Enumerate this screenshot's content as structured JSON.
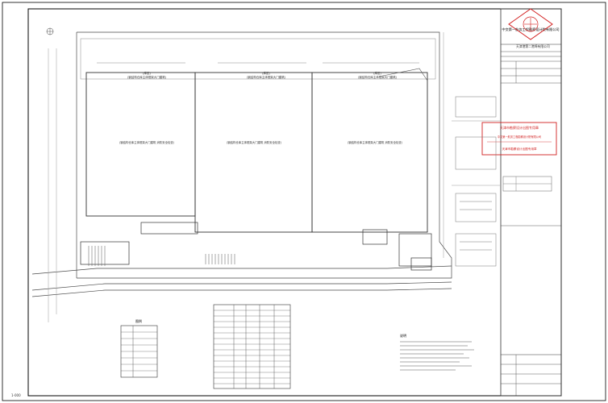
{
  "drawing": {
    "company": "中交第一航务工程勘察设计院有限公司",
    "client": "天津港第二港埠有限公司",
    "stamp_right": {
      "title": "天津市勘察设计出图专用章",
      "line_2": "中交第一航务工程勘察设计院有限公司",
      "line_3": "天津市勘察设计出图专用章"
    },
    "drawing_number": "1-000"
  },
  "plan": {
    "blocks": [
      {
        "id": "A",
        "line_1": "(库区)",
        "line_2": "(钢结构仓库主体框架大门建筑)",
        "caption": "(钢结构仓库主体框架大门建筑 消防安全检查)"
      },
      {
        "id": "B",
        "line_1": "(库区)",
        "line_2": "(钢结构仓库主体框架大门建筑)",
        "caption": "(钢结构仓库主体框架大门建筑 消防安全检查)"
      },
      {
        "id": "C",
        "line_1": "(库区)",
        "line_2": "(钢结构仓库主体框架大门建筑)",
        "caption": "(钢结构仓库主体框架大门建筑 消防安全检查)"
      }
    ]
  },
  "legend": {
    "title": "图例",
    "rows": [
      "",
      "",
      "",
      "",
      "",
      "",
      "",
      ""
    ]
  },
  "table": {
    "rows": 14,
    "cols": 5
  },
  "notes": {
    "title": "说明"
  },
  "colors": {
    "line": "#4a4a4a",
    "light_line": "#9a9a9a",
    "stamp_red": "#d22020"
  }
}
